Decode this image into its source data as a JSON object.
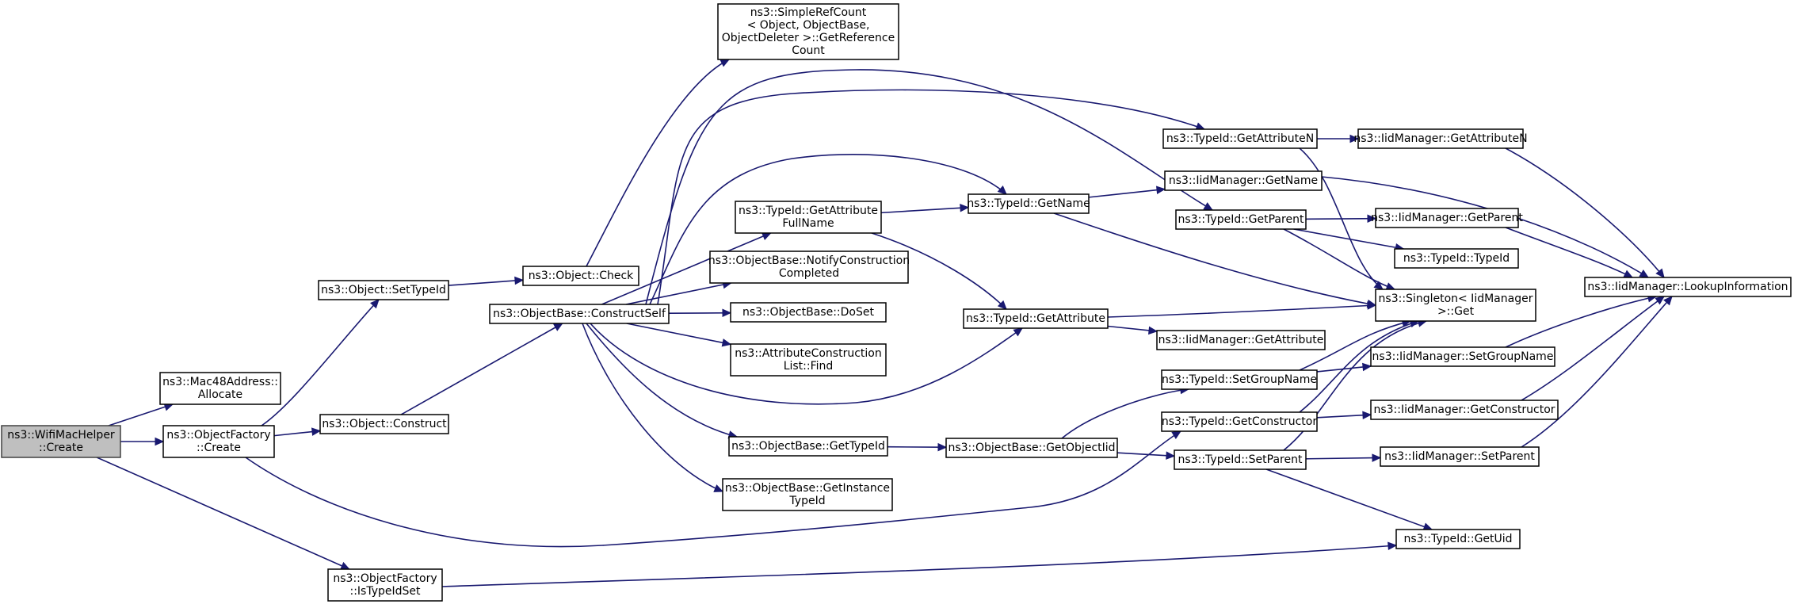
{
  "nodes": [
    {
      "id": "wifimachelper_create",
      "lines": [
        "ns3::WifiMacHelper",
        "::Create"
      ]
    },
    {
      "id": "mac48_allocate",
      "lines": [
        "ns3::Mac48Address::",
        "Allocate"
      ]
    },
    {
      "id": "objectfactory_create",
      "lines": [
        "ns3::ObjectFactory",
        "::Create"
      ]
    },
    {
      "id": "objectfactory_istypeidset",
      "lines": [
        "ns3::ObjectFactory",
        "::IsTypeIdSet"
      ]
    },
    {
      "id": "object_settypeid",
      "lines": [
        "ns3::Object::SetTypeId"
      ]
    },
    {
      "id": "object_construct",
      "lines": [
        "ns3::Object::Construct"
      ]
    },
    {
      "id": "object_check",
      "lines": [
        "ns3::Object::Check"
      ]
    },
    {
      "id": "simplerefcount",
      "lines": [
        "ns3::SimpleRefCount",
        "< Object, ObjectBase,",
        "ObjectDeleter >::GetReference",
        "Count"
      ]
    },
    {
      "id": "objectbase_constructself",
      "lines": [
        "ns3::ObjectBase::ConstructSelf"
      ]
    },
    {
      "id": "typeid_getattributefullname",
      "lines": [
        "ns3::TypeId::GetAttribute",
        "FullName"
      ]
    },
    {
      "id": "objectbase_notifyconstruction",
      "lines": [
        "ns3::ObjectBase::NotifyConstruction",
        "Completed"
      ]
    },
    {
      "id": "objectbase_doset",
      "lines": [
        "ns3::ObjectBase::DoSet"
      ]
    },
    {
      "id": "attributeconstructionlist_find",
      "lines": [
        "ns3::AttributeConstruction",
        "List::Find"
      ]
    },
    {
      "id": "objectbase_gettypeid",
      "lines": [
        "ns3::ObjectBase::GetTypeId"
      ]
    },
    {
      "id": "objectbase_getinstancetypeid",
      "lines": [
        "ns3::ObjectBase::GetInstance",
        "TypeId"
      ]
    },
    {
      "id": "typeid_getname",
      "lines": [
        "ns3::TypeId::GetName"
      ]
    },
    {
      "id": "typeid_getattribute",
      "lines": [
        "ns3::TypeId::GetAttribute"
      ]
    },
    {
      "id": "objectbase_getobjectiid",
      "lines": [
        "ns3::ObjectBase::GetObjectIid"
      ]
    },
    {
      "id": "typeid_getattributen",
      "lines": [
        "ns3::TypeId::GetAttributeN"
      ]
    },
    {
      "id": "iidmanager_getname",
      "lines": [
        "ns3::IidManager::GetName"
      ]
    },
    {
      "id": "typeid_getparent",
      "lines": [
        "ns3::TypeId::GetParent"
      ]
    },
    {
      "id": "iidmanager_getattribute",
      "lines": [
        "ns3::IidManager::GetAttribute"
      ]
    },
    {
      "id": "typeid_setgroupname",
      "lines": [
        "ns3::TypeId::SetGroupName"
      ]
    },
    {
      "id": "typeid_getconstructor",
      "lines": [
        "ns3::TypeId::GetConstructor"
      ]
    },
    {
      "id": "typeid_setparent",
      "lines": [
        "ns3::TypeId::SetParent"
      ]
    },
    {
      "id": "iidmanager_getattributen",
      "lines": [
        "ns3::IidManager::GetAttributeN"
      ]
    },
    {
      "id": "iidmanager_getparent",
      "lines": [
        "ns3::IidManager::GetParent"
      ]
    },
    {
      "id": "typeid_typeid",
      "lines": [
        "ns3::TypeId::TypeId"
      ]
    },
    {
      "id": "singleton_get",
      "lines": [
        "ns3::Singleton< IidManager",
        " >::Get"
      ]
    },
    {
      "id": "iidmanager_setgroupname",
      "lines": [
        "ns3::IidManager::SetGroupName"
      ]
    },
    {
      "id": "iidmanager_getconstructor",
      "lines": [
        "ns3::IidManager::GetConstructor"
      ]
    },
    {
      "id": "iidmanager_setparent",
      "lines": [
        "ns3::IidManager::SetParent"
      ]
    },
    {
      "id": "typeid_getuid",
      "lines": [
        "ns3::TypeId::GetUid"
      ]
    },
    {
      "id": "iidmanager_lookupinformation",
      "lines": [
        "ns3::IidManager::LookupInformation"
      ]
    }
  ]
}
